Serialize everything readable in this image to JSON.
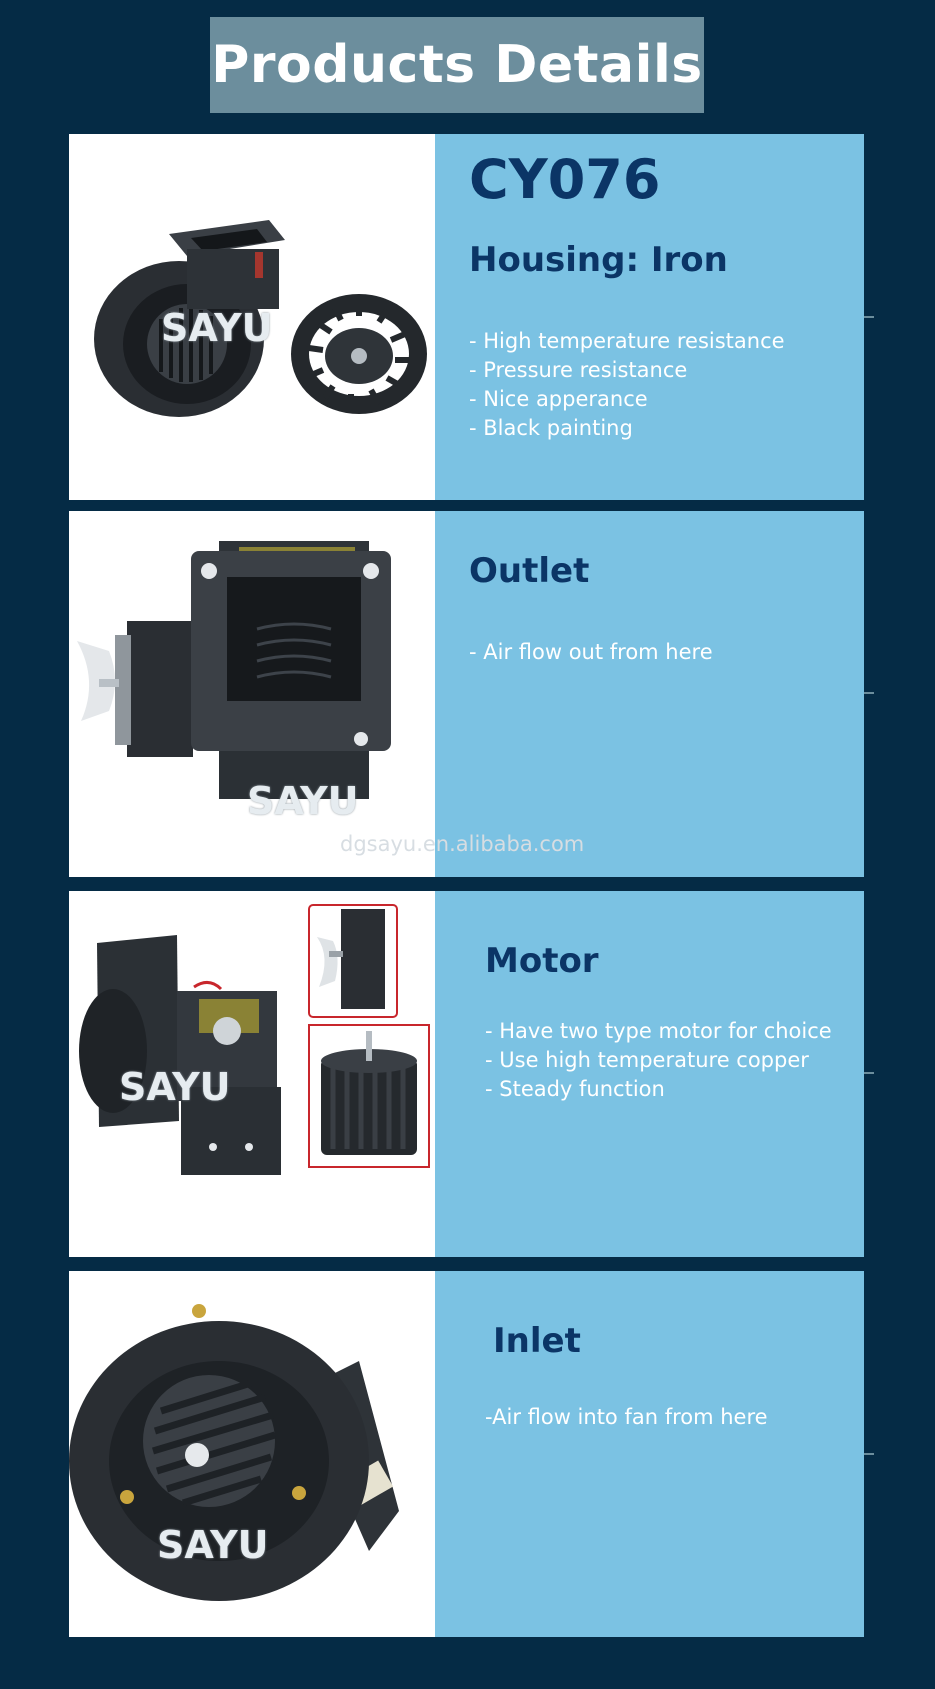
{
  "page": {
    "title": "Products Details"
  },
  "colors": {
    "background": "#052b45",
    "title_box": "#6c8e9d",
    "panel": "#7bc2e3",
    "heading_text": "#0b3566",
    "bullet_text": "#ffffff",
    "accent_box": "#c8262c"
  },
  "watermarks": {
    "brand": "SAYU",
    "site": "dgsayu.en.alibaba.com"
  },
  "sections": [
    {
      "model": "CY076",
      "heading": "Housing: Iron",
      "bullets": [
        "- High temperature resistance",
        "- Pressure resistance",
        "- Nice apperance",
        "- Black painting"
      ]
    },
    {
      "heading": "Outlet",
      "bullets": [
        "- Air flow out from here"
      ]
    },
    {
      "heading": "Motor",
      "bullets": [
        "- Have two type motor for choice",
        "- Use high temperature copper",
        "- Steady function"
      ]
    },
    {
      "heading": "Inlet",
      "bullets": [
        "-Air flow into fan from here"
      ]
    }
  ]
}
